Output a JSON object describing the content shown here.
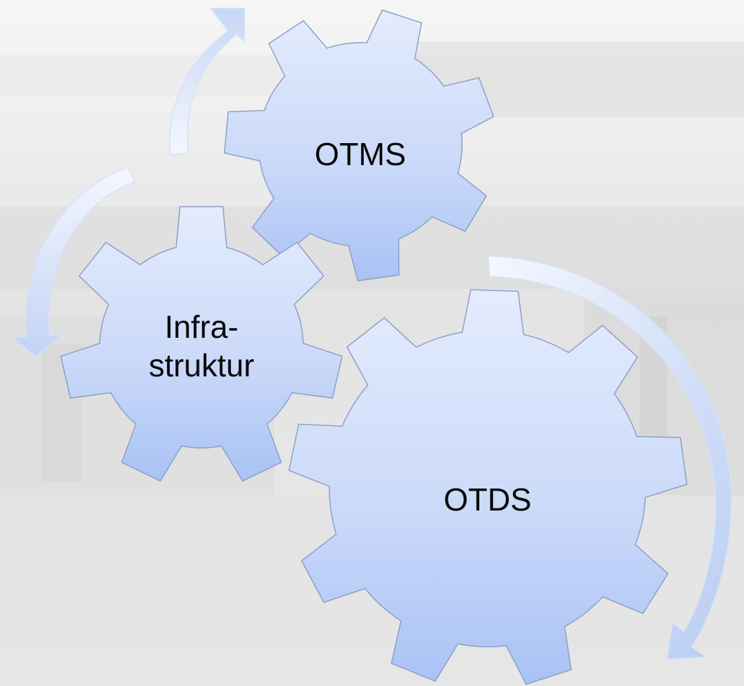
{
  "gears": [
    {
      "id": "otms",
      "lines": [
        "OTMS"
      ]
    },
    {
      "id": "infrastruktur",
      "lines": [
        "Infra-",
        "struktur"
      ]
    },
    {
      "id": "otds",
      "lines": [
        "OTDS"
      ]
    }
  ],
  "colors": {
    "background": "#eeeeee",
    "gear_fill_top": "#e4ecfd",
    "gear_fill_bottom": "#a9c2f5",
    "gear_stroke": "#8c9fc4",
    "arrow_light": "#f4f7fe",
    "arrow_dark": "#c3d4f5"
  }
}
